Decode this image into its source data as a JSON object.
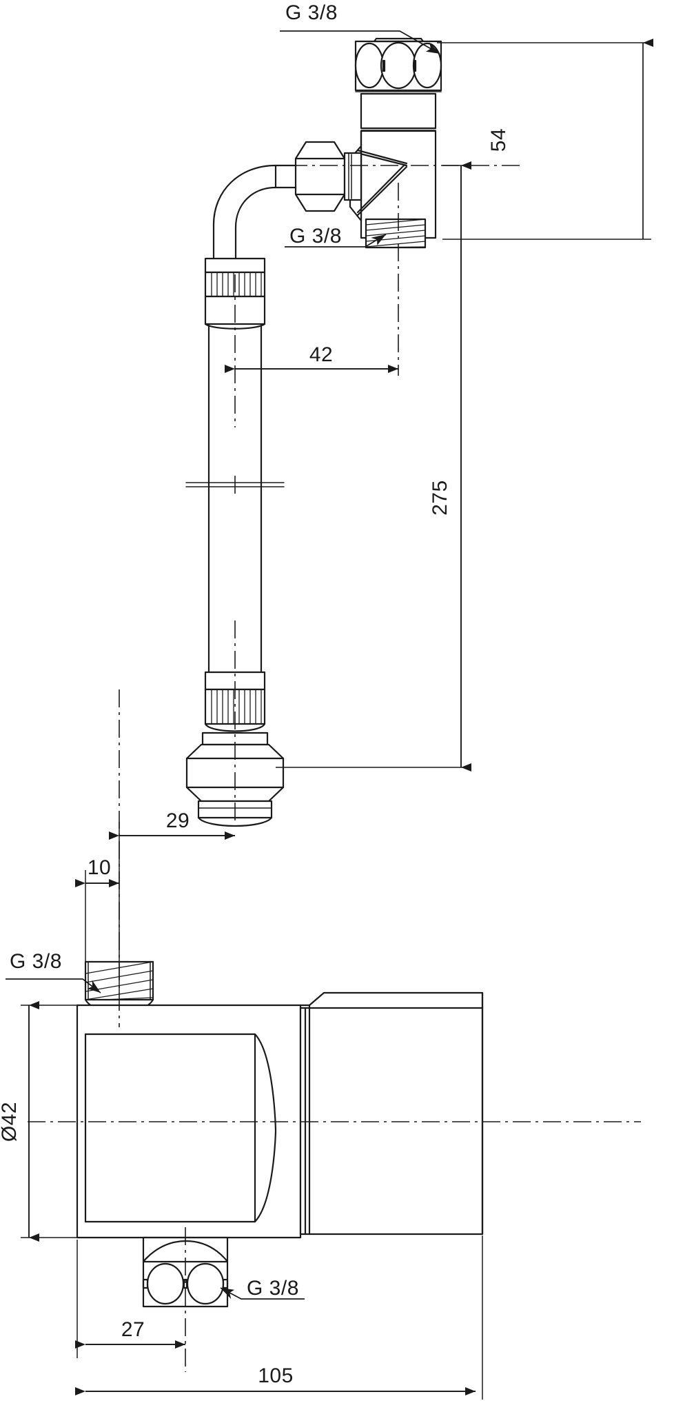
{
  "drawing": {
    "type": "technical-engineering-drawing",
    "subject": "Pipe / valve assembly with threaded connections",
    "units": "mm",
    "background_color": "#ffffff",
    "line_color": "#1a1a1a"
  },
  "labels": {
    "thread_top": "G 3/8",
    "thread_mid": "G 3/8",
    "thread_left": "G 3/8",
    "thread_bottom": "G 3/8"
  },
  "dimensions": {
    "height_54": "54",
    "offset_42": "42",
    "height_275": "275",
    "offset_29": "29",
    "offset_10": "10",
    "diameter_42": "Ø42",
    "offset_27": "27",
    "length_105": "105"
  },
  "chart_data": {
    "type": "table",
    "title": "Dimensioned assembly drawing",
    "categories": [
      "54",
      "42",
      "275",
      "29",
      "10",
      "Ø42",
      "27",
      "105"
    ],
    "values": [
      54,
      42,
      275,
      29,
      10,
      42,
      27,
      105
    ],
    "annotations": [
      "G 3/8",
      "G 3/8",
      "G 3/8",
      "G 3/8"
    ]
  }
}
